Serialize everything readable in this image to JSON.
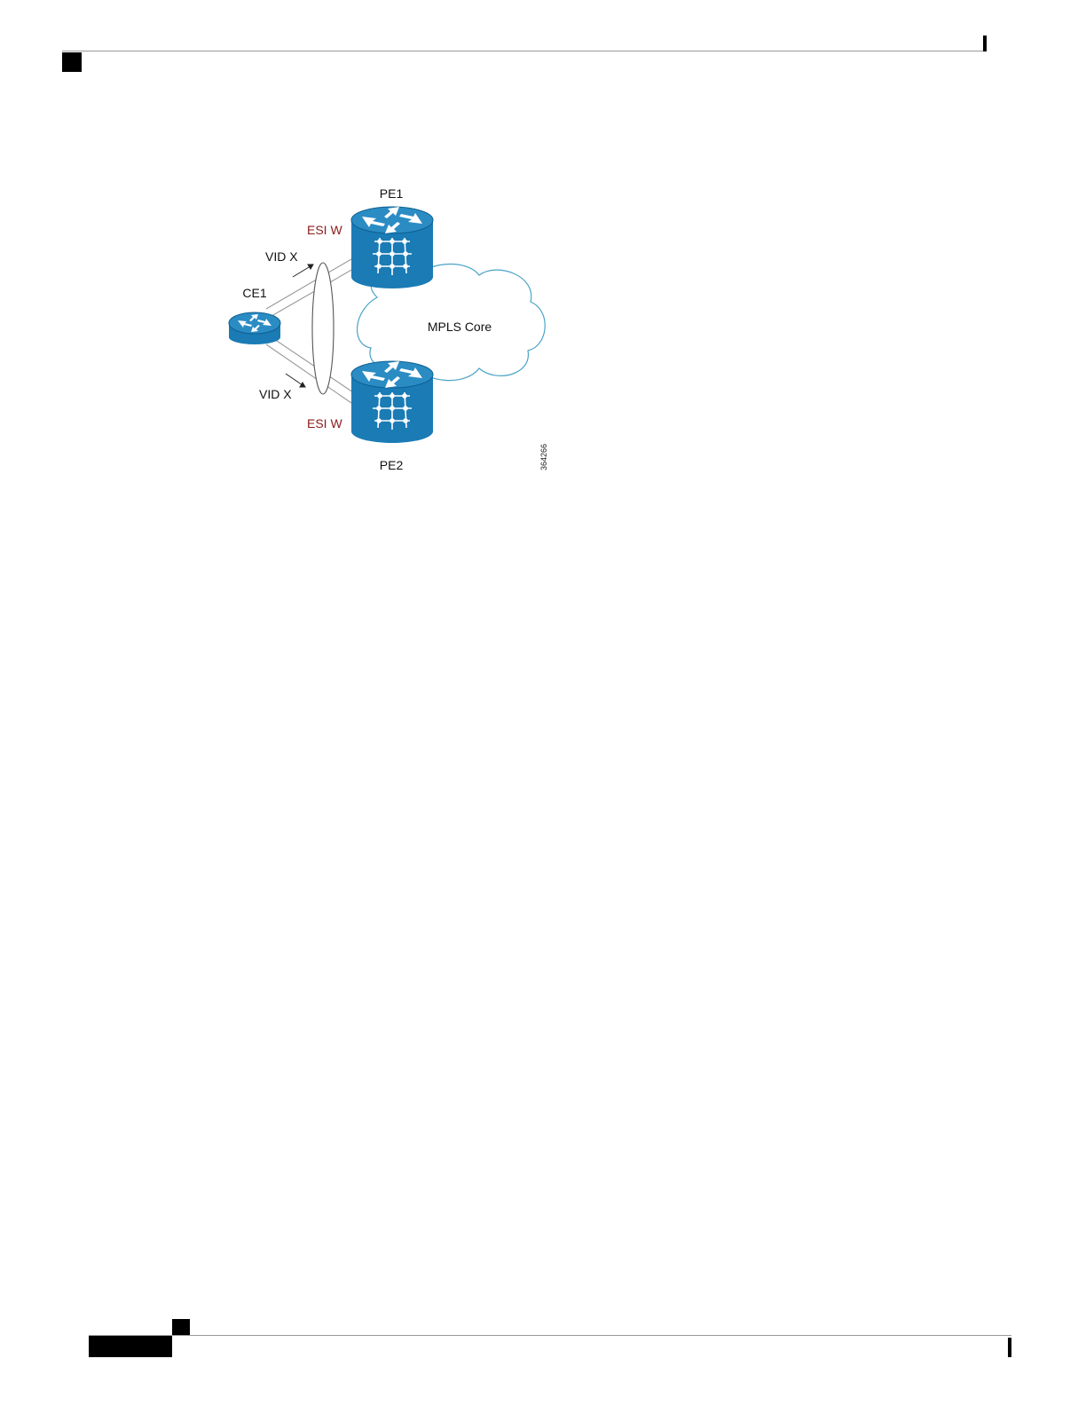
{
  "diagram": {
    "nodes": {
      "pe1": "PE1",
      "pe2": "PE2",
      "ce1": "CE1",
      "core": "MPLS Core"
    },
    "labels": {
      "esi_top": "ESI W",
      "esi_bottom": "ESI W",
      "vid_top": "VID X",
      "vid_bottom": "VID X"
    },
    "figure_id": "364266",
    "colors": {
      "router_blue": "#1a7bb5",
      "router_dark": "#0f5f91",
      "cloud_stroke": "#4aa3c8",
      "esi_red": "#8b1a1a"
    }
  }
}
